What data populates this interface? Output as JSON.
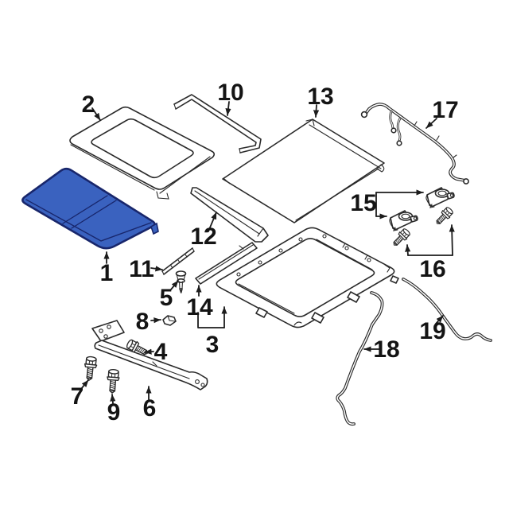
{
  "diagram": {
    "kind": "exploded-parts-diagram",
    "subject": "vehicle sunroof assembly line drawing, part 1 highlighted in blue",
    "highlighted_callout": "1",
    "callouts": [
      "1",
      "2",
      "3",
      "4",
      "5",
      "6",
      "7",
      "8",
      "9",
      "10",
      "11",
      "12",
      "13",
      "14",
      "15",
      "16",
      "17",
      "18",
      "19"
    ],
    "colors": {
      "background": "#ffffff",
      "line": "#2a2a2a",
      "label": "#141414",
      "highlight_fill": "#3a62bf",
      "highlight_edge": "#18266b"
    }
  }
}
